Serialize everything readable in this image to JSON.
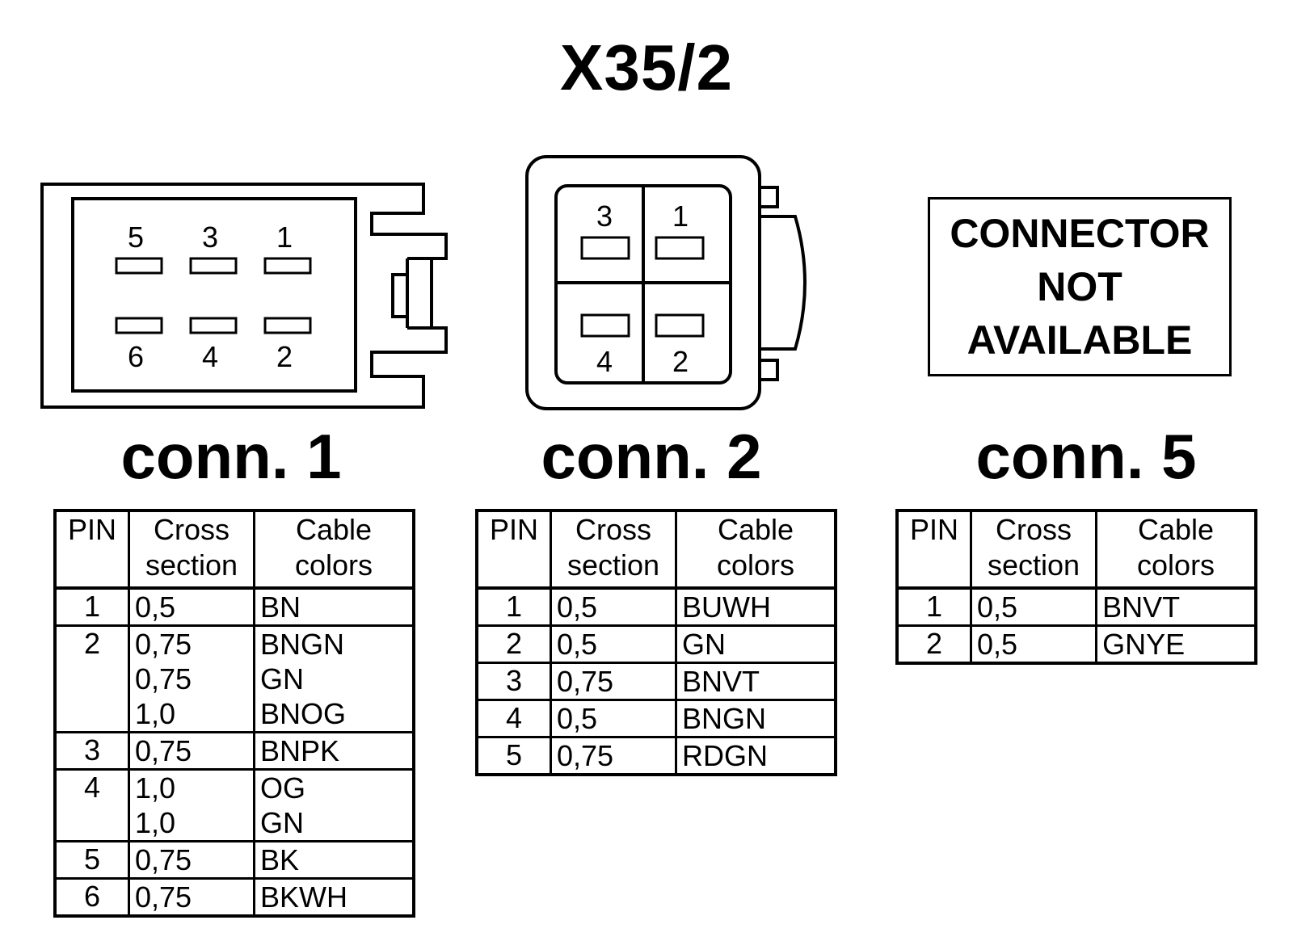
{
  "title": "X35/2",
  "connectors": [
    {
      "label": "conn. 1",
      "pins_top": [
        "5",
        "3",
        "1"
      ],
      "pins_bottom": [
        "6",
        "4",
        "2"
      ]
    },
    {
      "label": "conn. 2",
      "pins_top": [
        "3",
        "1"
      ],
      "pins_bottom": [
        "4",
        "2"
      ]
    },
    {
      "label": "conn. 5",
      "not_available": [
        "CONNECTOR",
        "NOT",
        "AVAILABLE"
      ]
    }
  ],
  "table_headers": {
    "pin": "PIN",
    "cross_1": "Cross",
    "cross_2": "section",
    "cable_1": "Cable",
    "cable_2": "colors"
  },
  "tables": [
    {
      "rows": [
        {
          "pin": "1",
          "sections": [
            "0,5"
          ],
          "colors": [
            "BN"
          ]
        },
        {
          "pin": "2",
          "sections": [
            "0,75",
            "0,75",
            "1,0"
          ],
          "colors": [
            "BNGN",
            "GN",
            "BNOG"
          ]
        },
        {
          "pin": "3",
          "sections": [
            "0,75"
          ],
          "colors": [
            "BNPK"
          ]
        },
        {
          "pin": "4",
          "sections": [
            "1,0",
            "1,0"
          ],
          "colors": [
            "OG",
            "GN"
          ]
        },
        {
          "pin": "5",
          "sections": [
            "0,75"
          ],
          "colors": [
            "BK"
          ]
        },
        {
          "pin": "6",
          "sections": [
            "0,75"
          ],
          "colors": [
            "BKWH"
          ]
        }
      ]
    },
    {
      "rows": [
        {
          "pin": "1",
          "sections": [
            "0,5"
          ],
          "colors": [
            "BUWH"
          ]
        },
        {
          "pin": "2",
          "sections": [
            "0,5"
          ],
          "colors": [
            "GN"
          ]
        },
        {
          "pin": "3",
          "sections": [
            "0,75"
          ],
          "colors": [
            "BNVT"
          ]
        },
        {
          "pin": "4",
          "sections": [
            "0,5"
          ],
          "colors": [
            "BNGN"
          ]
        },
        {
          "pin": "5",
          "sections": [
            "0,75"
          ],
          "colors": [
            "RDGN"
          ]
        }
      ]
    },
    {
      "rows": [
        {
          "pin": "1",
          "sections": [
            "0,5"
          ],
          "colors": [
            "BNVT"
          ]
        },
        {
          "pin": "2",
          "sections": [
            "0,5"
          ],
          "colors": [
            "GNYE"
          ]
        }
      ]
    }
  ]
}
